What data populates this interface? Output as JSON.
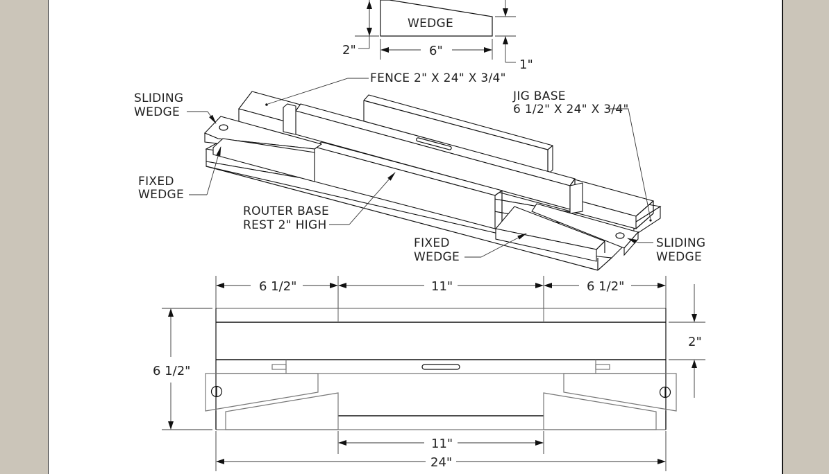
{
  "drawing": {
    "title": "Router jig for cutting tenons / mortise - technical drawing",
    "wedge_detail": {
      "label": "WEDGE",
      "dim_height_left": "2\"",
      "dim_length": "6\"",
      "dim_height_right": "1\""
    },
    "callouts": {
      "fence": "FENCE 2\" X 24\" X 3/4\"",
      "jig_base_line1": "JIG BASE",
      "jig_base_line2": "6 1/2\" X 24\" X 3/4\"",
      "sliding_wedge_left_line1": "SLIDING",
      "sliding_wedge_left_line2": "WEDGE",
      "fixed_wedge_left_line1": "FIXED",
      "fixed_wedge_left_line2": "WEDGE",
      "router_base_line1": "ROUTER BASE",
      "router_base_line2": "REST 2\" HIGH",
      "fixed_wedge_center_line1": "FIXED",
      "fixed_wedge_center_line2": "WEDGE",
      "sliding_wedge_right_line1": "SLIDING",
      "sliding_wedge_right_line2": "WEDGE"
    },
    "plan_view_dims": {
      "top_left": "6 1/2\"",
      "top_center": "11\"",
      "top_right": "6 1/2\"",
      "left_height": "6 1/2\"",
      "right_height": "2\"",
      "bottom_inner": "11\"",
      "bottom_overall": "24\""
    },
    "colors": {
      "background": "#cbc5b9",
      "sheet": "#ffffff",
      "line": "#111111"
    }
  }
}
